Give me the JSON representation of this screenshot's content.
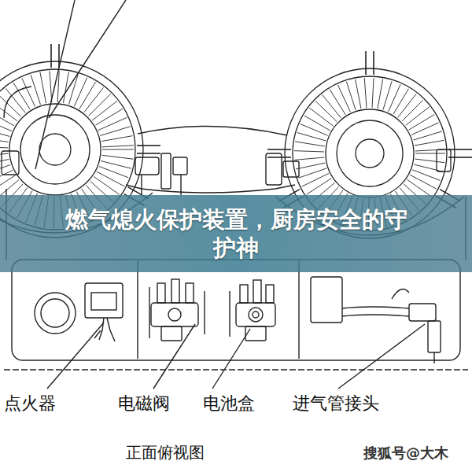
{
  "diagram": {
    "title": "燃气熄火保护装置，厨房安全的守护神",
    "caption": "正面俯视图",
    "labels": [
      "点火器",
      "电磁阀",
      "电池盒",
      "进气管接头",
      "搜狐号@大木"
    ]
  }
}
